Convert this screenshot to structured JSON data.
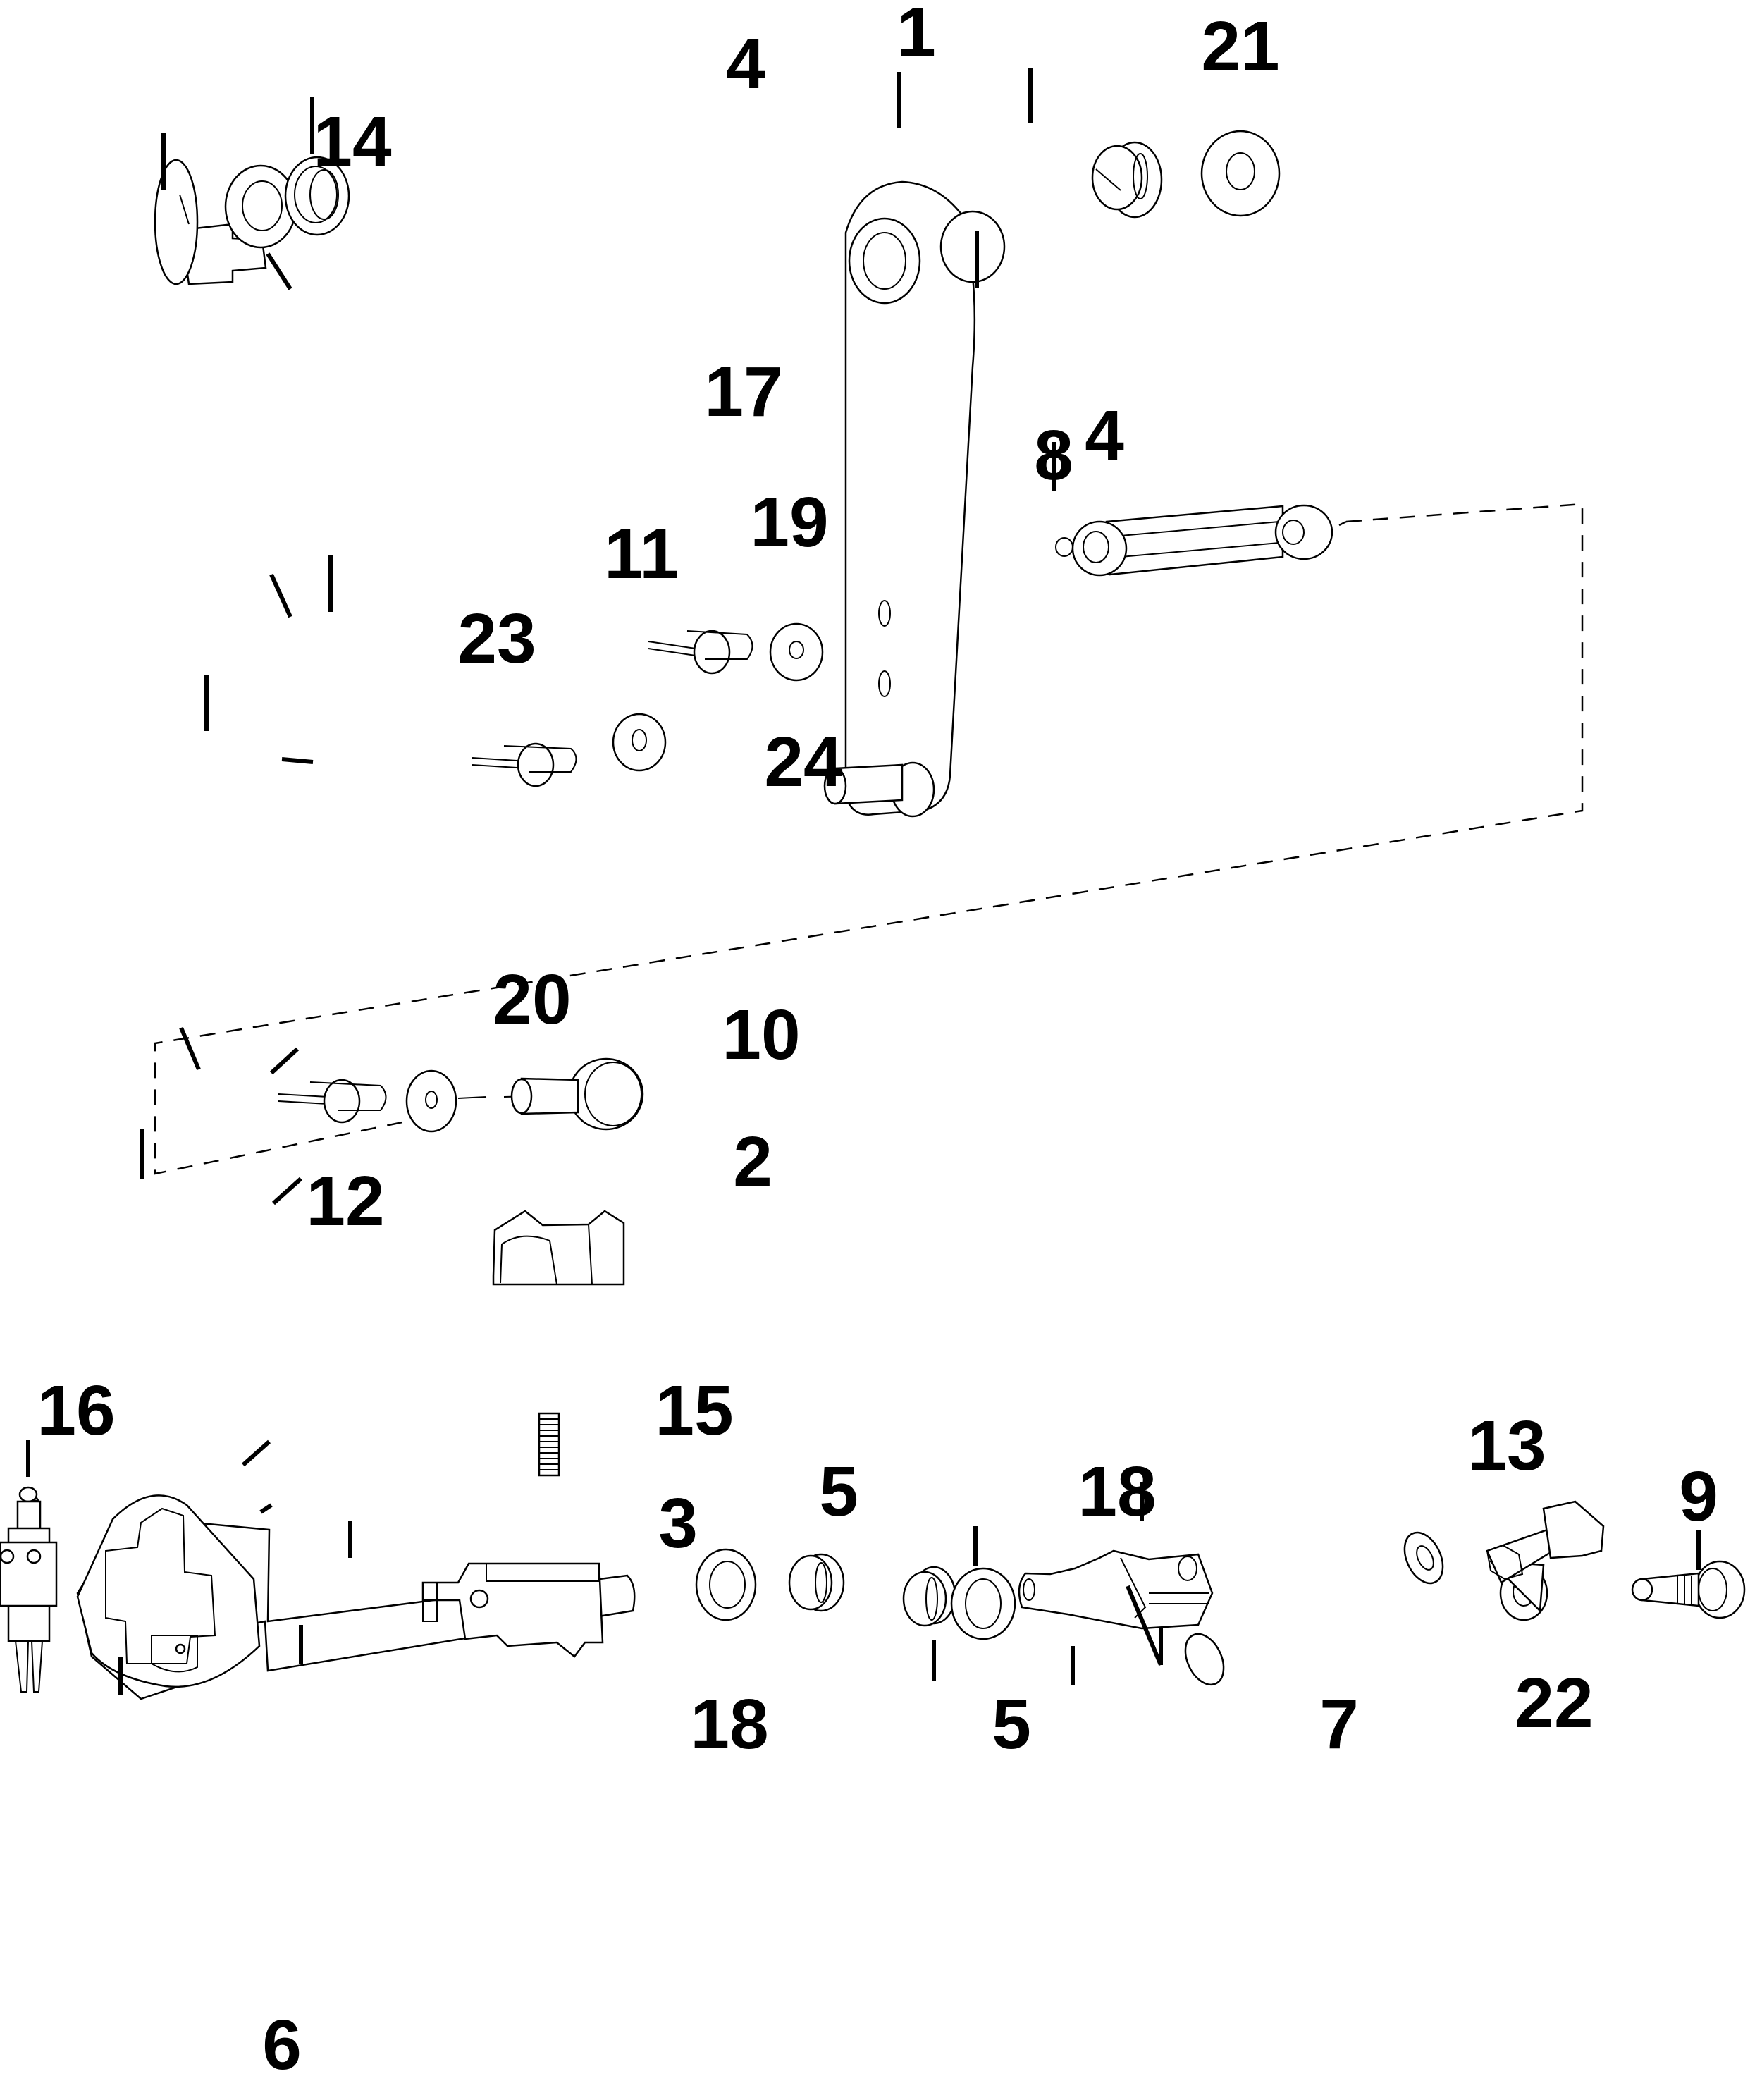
{
  "diagram": {
    "type": "exploded-parts-diagram",
    "callouts": [
      {
        "id": "1",
        "part": "lever-arm"
      },
      {
        "id": "2",
        "part": "cam-cover"
      },
      {
        "id": "3",
        "part": "detent-block"
      },
      {
        "id": "4",
        "part": "bushing-left"
      },
      {
        "id": "4b",
        "label": "4",
        "part": "bushing-right"
      },
      {
        "id": "5",
        "part": "bushing-lower-left"
      },
      {
        "id": "5b",
        "label": "5",
        "part": "bushing-lower-right"
      },
      {
        "id": "6",
        "part": "shift-lever-plate"
      },
      {
        "id": "7",
        "part": "bracket"
      },
      {
        "id": "8",
        "part": "link-rod"
      },
      {
        "id": "9",
        "part": "pivot-stud"
      },
      {
        "id": "10",
        "part": "ball-socket"
      },
      {
        "id": "11",
        "part": "clip-upper"
      },
      {
        "id": "12",
        "part": "clip-lower"
      },
      {
        "id": "13",
        "part": "hex-bolt"
      },
      {
        "id": "14",
        "part": "shoulder-bolt"
      },
      {
        "id": "15",
        "part": "spring"
      },
      {
        "id": "16",
        "part": "neutral-switch"
      },
      {
        "id": "17",
        "part": "washer-top"
      },
      {
        "id": "18",
        "part": "washer-lower-left"
      },
      {
        "id": "18b",
        "label": "18",
        "part": "washer-lower-right"
      },
      {
        "id": "19",
        "part": "washer-mid"
      },
      {
        "id": "20",
        "part": "washer-small"
      },
      {
        "id": "21",
        "part": "washer-right"
      },
      {
        "id": "22",
        "part": "lock-washer-pair"
      },
      {
        "id": "23",
        "part": "clip-bottom"
      },
      {
        "id": "24",
        "part": "washer-bottom"
      }
    ],
    "labels": {
      "l1": "1",
      "l2": "2",
      "l3": "3",
      "l4a": "4",
      "l4b": "4",
      "l5a": "5",
      "l5b": "5",
      "l6": "6",
      "l7": "7",
      "l8": "8",
      "l9": "9",
      "l10": "10",
      "l11": "11",
      "l12": "12",
      "l13": "13",
      "l14": "14",
      "l15": "15",
      "l16": "16",
      "l17": "17",
      "l18a": "18",
      "l18b": "18",
      "l19": "19",
      "l20": "20",
      "l21": "21",
      "l22": "22",
      "l23": "23",
      "l24": "24"
    }
  }
}
